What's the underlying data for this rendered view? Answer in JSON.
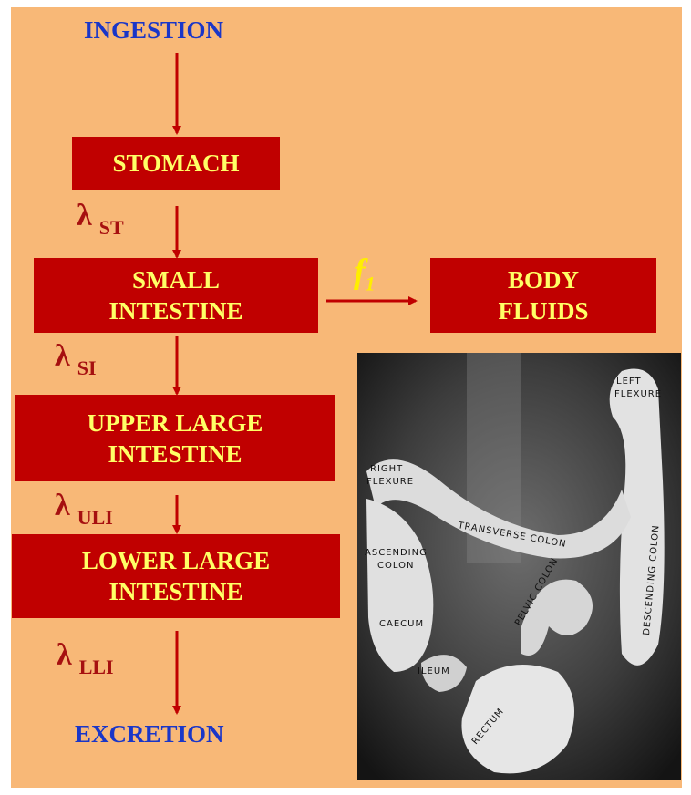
{
  "terminals": {
    "ingestion": "INGESTION",
    "excretion": "EXCRETION"
  },
  "nodes": {
    "stomach": "STOMACH",
    "small_intestine": [
      "SMALL",
      "INTESTINE"
    ],
    "upper_large_intestine": [
      "UPPER LARGE",
      "INTESTINE"
    ],
    "lower_large_intestine": [
      "LOWER LARGE",
      "INTESTINE"
    ],
    "body_fluids": [
      "BODY",
      "FLUIDS"
    ]
  },
  "rates": {
    "symbol": "λ",
    "st": "ST",
    "si": "SI",
    "uli": "ULI",
    "lli": "LLI"
  },
  "fraction": {
    "symbol": "f",
    "subscript": "1"
  },
  "xray_labels": {
    "left_flexure": [
      "LEFT",
      "FLEXURE"
    ],
    "right_flexure": [
      "RIGHT",
      "FLEXURE"
    ],
    "transverse_colon": "TRANSVERSE COLON",
    "descending_colon": "DESCENDING COLON",
    "ascending_colon": [
      "ASCENDING",
      "COLON"
    ],
    "pelvic_colon": "PELVIC COLON",
    "caecum": "CAECUM",
    "ileum": "ILEUM",
    "rectum": "RECTUM"
  },
  "colors": {
    "background": "#f8b877",
    "box": "#c00000",
    "box_text": "#ffff66",
    "terminal_text": "#1a36c8",
    "arrow": "#c00000",
    "lambda": "#a61010",
    "f1": "#ffee00"
  }
}
